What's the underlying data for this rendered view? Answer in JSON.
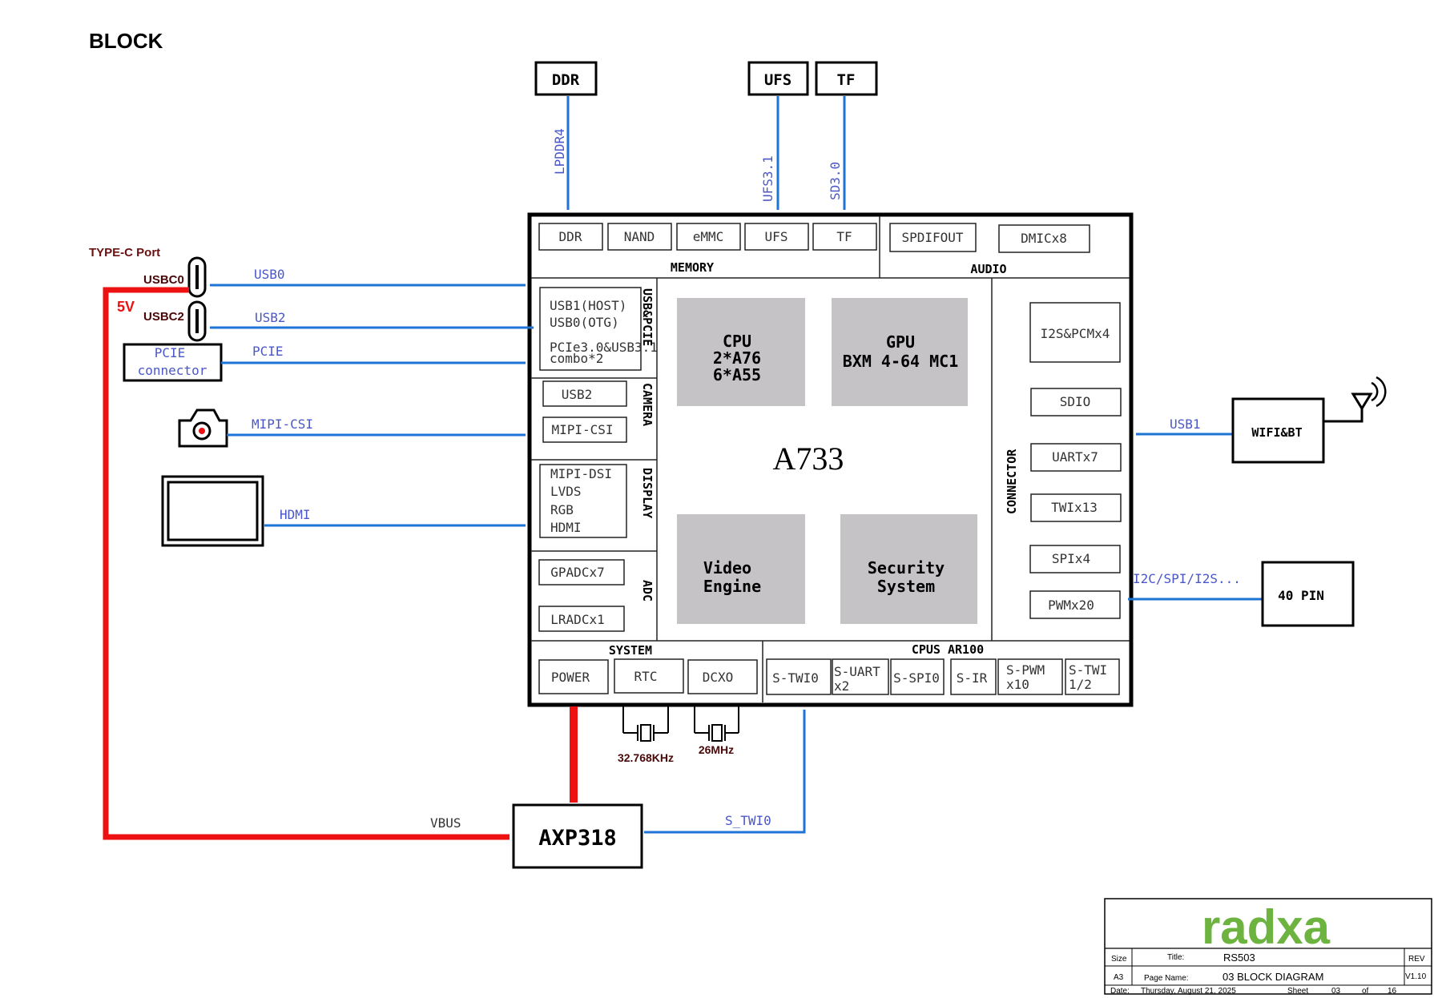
{
  "page_title": "BLOCK",
  "soc": {
    "name": "A733"
  },
  "top_ext": {
    "ddr": "DDR",
    "ufs": "UFS",
    "tf": "TF",
    "lpddr4": "LPDDR4",
    "ufs31": "UFS3.1",
    "sd30": "SD3.0"
  },
  "memory": {
    "title": "MEMORY",
    "items": [
      "DDR",
      "NAND",
      "eMMC",
      "UFS",
      "TF"
    ]
  },
  "audio": {
    "title": "AUDIO",
    "items": [
      "SPDIFOUT",
      "DMICx8"
    ]
  },
  "usb_pcie": {
    "title": "USB&PCIE",
    "line1": "USB1(HOST)",
    "line2": "USB0(OTG)",
    "line3": "PCIe3.0&USB3.1",
    "line4": "combo*2"
  },
  "camera": {
    "title": "CAMERA",
    "items": [
      "USB2",
      "MIPI-CSI"
    ]
  },
  "display": {
    "title": "DISPLAY",
    "items": [
      "MIPI-DSI",
      "LVDS",
      "RGB",
      "HDMI"
    ]
  },
  "adc": {
    "title": "ADC",
    "items": [
      "GPADCx7",
      "LRADCx1"
    ]
  },
  "cores": {
    "cpu": [
      "CPU",
      "2*A76",
      "6*A55"
    ],
    "gpu": [
      "GPU",
      "BXM 4-64 MC1"
    ],
    "video": [
      "Video",
      "Engine"
    ],
    "security": [
      "Security",
      "System"
    ]
  },
  "connector": {
    "title": "CONNECTOR",
    "items": [
      "I2S&PCMx4",
      "SDIO",
      "UARTx7",
      "TWIx13",
      "SPIx4",
      "PWMx20"
    ]
  },
  "system": {
    "title": "SYSTEM",
    "items": [
      "POWER",
      "RTC",
      "DCXO"
    ]
  },
  "cpus": {
    "title": "CPUS AR100",
    "items": [
      [
        "S-TWI0"
      ],
      [
        "S-UART",
        "x2"
      ],
      [
        "S-SPI0"
      ],
      [
        "S-IR"
      ],
      [
        "S-PWM",
        "x10"
      ],
      [
        "S-TWI",
        "1/2"
      ]
    ]
  },
  "left": {
    "typec_port": "TYPE-C Port",
    "usbc0": "USBC0",
    "usbc2": "USBC2",
    "v5": "5V",
    "pcie_box": [
      "PCIE",
      "connector"
    ],
    "usb0": "USB0",
    "usb2": "USB2",
    "pcie": "PCIE",
    "mipi_csi": "MIPI-CSI",
    "hdmi": "HDMI"
  },
  "right": {
    "usb1": "USB1",
    "wifi": "WIFI&BT",
    "i2c": "I2C/SPI/I2S...",
    "pin40": "40 PIN"
  },
  "bottom": {
    "crystal1": "32.768KHz",
    "crystal2": "26MHz",
    "pmic": "AXP318",
    "vbus": "VBUS",
    "s_twi0": "S_TWI0"
  },
  "title_block": {
    "logo": "radxa",
    "size_label": "Size",
    "size": "A3",
    "title_label": "Title:",
    "title": "RS503",
    "page_label": "Page Name:",
    "page": "03 BLOCK DIAGRAM",
    "rev_label": "REV",
    "rev": "V1.10",
    "date_label": "Date:",
    "date": "Thursday, August 21, 2025",
    "sheet_label": "Sheet",
    "sheet": "03",
    "of_label": "of",
    "total": "16"
  },
  "colors": {
    "signal_line": "#1e73d6",
    "signal_text": "#4a57c8",
    "power_line": "#ee1111",
    "core_fill": "#c5c3c6",
    "logo": "#6cb33f"
  }
}
